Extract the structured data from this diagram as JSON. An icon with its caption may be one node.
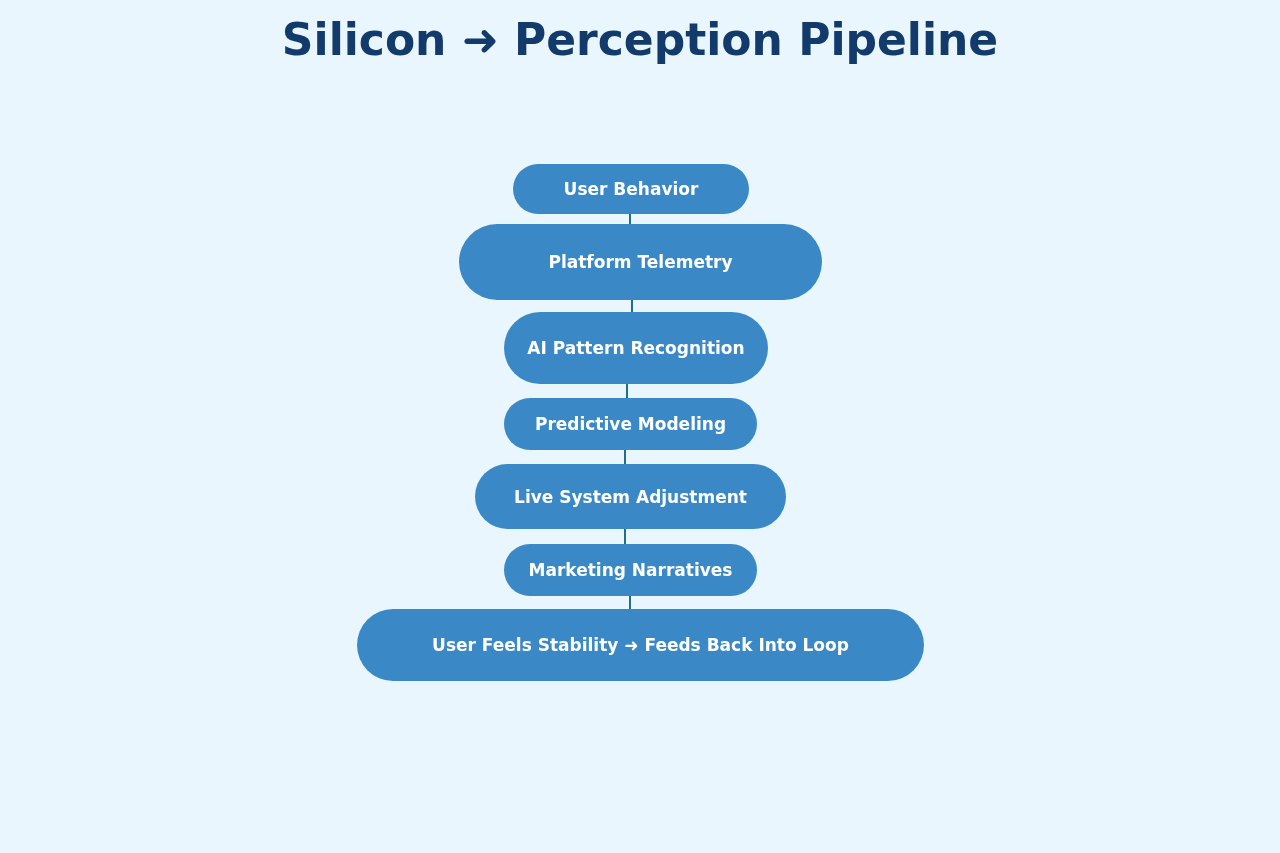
{
  "diagram": {
    "title": "Silicon ➜ Perception Pipeline",
    "nodes": [
      {
        "text": [
          "User Behavior"
        ]
      },
      {
        "text": [
          "Platform Telemetry"
        ]
      },
      {
        "text": [
          "AI Pattern Recognition"
        ]
      },
      {
        "text": [
          "Predictive Modeling"
        ]
      },
      {
        "text": [
          "Live System Adjustment"
        ]
      },
      {
        "text": [
          "Marketing Narratives"
        ]
      },
      {
        "text": [
          "User Feels Stability ➜ Feeds Back Into Loop"
        ]
      }
    ],
    "edges": [
      {
        "from": 0,
        "to": 1,
        "arrow": "none"
      },
      {
        "from": 1,
        "to": 2,
        "arrow": "none"
      },
      {
        "from": 2,
        "to": 3,
        "arrow": "none"
      },
      {
        "from": 3,
        "to": 4,
        "arrow": "none"
      },
      {
        "from": 4,
        "to": 5,
        "arrow": "none"
      },
      {
        "from": 5,
        "to": 6,
        "arrow": "none"
      }
    ]
  }
}
